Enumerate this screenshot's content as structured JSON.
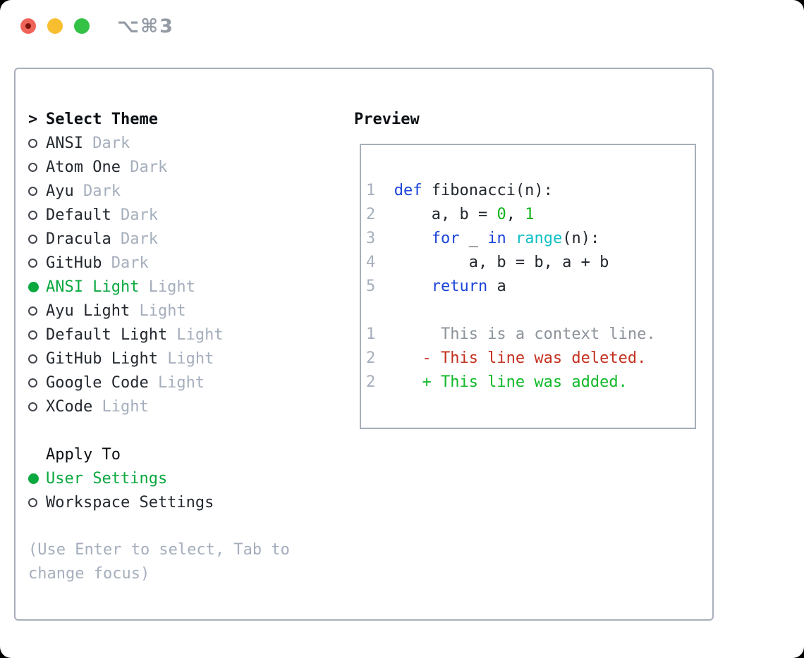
{
  "window": {
    "title": "⌥⌘3",
    "traffic_lights": {
      "close": "close-button",
      "minimize": "minimize-button",
      "zoom": "zoom-button"
    }
  },
  "theme_picker": {
    "header_prefix": ">",
    "header": "Select Theme",
    "items": [
      {
        "name": "ANSI",
        "variant": "Dark",
        "selected": false
      },
      {
        "name": "Atom One",
        "variant": "Dark",
        "selected": false
      },
      {
        "name": "Ayu",
        "variant": "Dark",
        "selected": false
      },
      {
        "name": "Default",
        "variant": "Dark",
        "selected": false
      },
      {
        "name": "Dracula",
        "variant": "Dark",
        "selected": false
      },
      {
        "name": "GitHub",
        "variant": "Dark",
        "selected": false
      },
      {
        "name": "ANSI Light",
        "variant": "Light",
        "selected": true
      },
      {
        "name": "Ayu Light",
        "variant": "Light",
        "selected": false
      },
      {
        "name": "Default Light",
        "variant": "Light",
        "selected": false
      },
      {
        "name": "GitHub Light",
        "variant": "Light",
        "selected": false
      },
      {
        "name": "Google Code",
        "variant": "Light",
        "selected": false
      },
      {
        "name": "XCode",
        "variant": "Light",
        "selected": false
      }
    ],
    "apply_to": {
      "header": "Apply To",
      "options": [
        {
          "label": "User Settings",
          "selected": true
        },
        {
          "label": "Workspace Settings",
          "selected": false
        }
      ]
    },
    "hint": "(Use Enter to select, Tab to change focus)"
  },
  "preview": {
    "header": "Preview",
    "code_lines": [
      {
        "num": "1",
        "segments": [
          {
            "c": "kw",
            "t": "def"
          },
          {
            "c": "pl",
            "t": " fibonacci(n):"
          }
        ]
      },
      {
        "num": "2",
        "segments": [
          {
            "c": "pl",
            "t": "    a, b = "
          },
          {
            "c": "num",
            "t": "0"
          },
          {
            "c": "pl",
            "t": ", "
          },
          {
            "c": "num",
            "t": "1"
          }
        ]
      },
      {
        "num": "3",
        "segments": [
          {
            "c": "pl",
            "t": "    "
          },
          {
            "c": "kw",
            "t": "for"
          },
          {
            "c": "pl",
            "t": " _ "
          },
          {
            "c": "kw",
            "t": "in"
          },
          {
            "c": "pl",
            "t": " "
          },
          {
            "c": "bi",
            "t": "range"
          },
          {
            "c": "pl",
            "t": "(n):"
          }
        ]
      },
      {
        "num": "4",
        "segments": [
          {
            "c": "pl",
            "t": "        a, b = b, a + b"
          }
        ]
      },
      {
        "num": "5",
        "segments": [
          {
            "c": "pl",
            "t": "    "
          },
          {
            "c": "kw",
            "t": "return"
          },
          {
            "c": "pl",
            "t": " a"
          }
        ]
      },
      {
        "num": "",
        "segments": []
      },
      {
        "num": "1",
        "segments": [
          {
            "c": "ctx",
            "t": "     This is a context line."
          }
        ]
      },
      {
        "num": "2",
        "segments": [
          {
            "c": "del",
            "t": "   - This line was deleted."
          }
        ]
      },
      {
        "num": "2",
        "segments": [
          {
            "c": "add",
            "t": "   + This line was added."
          }
        ]
      }
    ]
  },
  "colors": {
    "accent_green": "#0aa83f",
    "added_green": "#10b929",
    "number_green": "#0bb418",
    "keyword_blue": "#1b44d9",
    "builtin_cyan": "#0fc0c5",
    "deleted_red": "#c43120",
    "muted_gray": "#a5aebc",
    "context_gray": "#8d939b",
    "border_gray": "#a8afba",
    "text": "#23282f"
  }
}
